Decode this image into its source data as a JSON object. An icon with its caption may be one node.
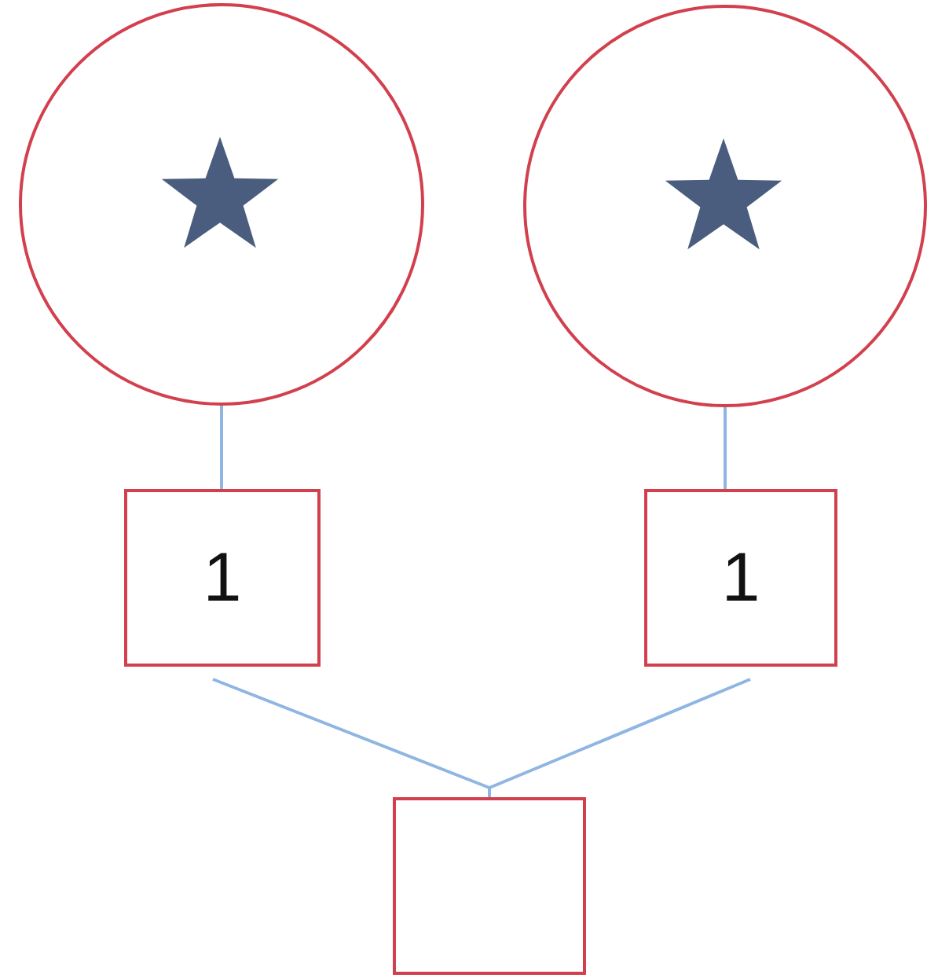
{
  "diagram": {
    "nodes": [
      {
        "text": [],
        "shape": "circle"
      },
      {
        "text": [],
        "shape": "circle"
      },
      {
        "text": [
          "1"
        ]
      },
      {
        "text": [
          "1"
        ]
      },
      {
        "text": [],
        "shape": "box"
      }
    ],
    "edges": [
      {
        "from": 0,
        "to": 2,
        "arrow": "none"
      },
      {
        "from": 1,
        "to": 3,
        "arrow": "none"
      },
      {
        "from": 2,
        "to": 4,
        "arrow": "none"
      },
      {
        "from": 3,
        "to": 4,
        "arrow": "none"
      }
    ]
  }
}
